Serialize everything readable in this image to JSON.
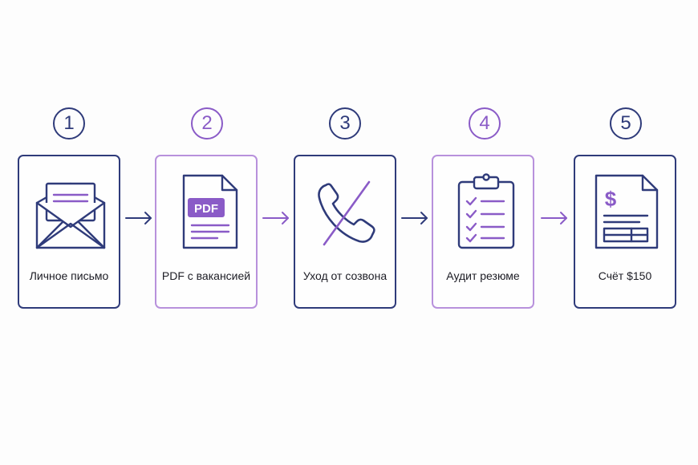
{
  "steps": [
    {
      "number": "1",
      "label": "Личное письмо",
      "icon": "envelope-letter-icon",
      "accent": "navy"
    },
    {
      "number": "2",
      "label": "PDF с вакансией",
      "icon": "pdf-document-icon",
      "badge_text": "PDF",
      "accent": "purple"
    },
    {
      "number": "3",
      "label": "Уход от созвона",
      "icon": "no-call-icon",
      "accent": "navy"
    },
    {
      "number": "4",
      "label": "Аудит резюме",
      "icon": "clipboard-checklist-icon",
      "accent": "purple"
    },
    {
      "number": "5",
      "label": "Счёт $150",
      "icon": "invoice-icon",
      "currency_symbol": "$",
      "accent": "navy"
    }
  ],
  "colors": {
    "navy": "#2f3b7a",
    "purple": "#8a5bc7",
    "purple_light": "#b891dc",
    "text": "#1c1c24"
  }
}
